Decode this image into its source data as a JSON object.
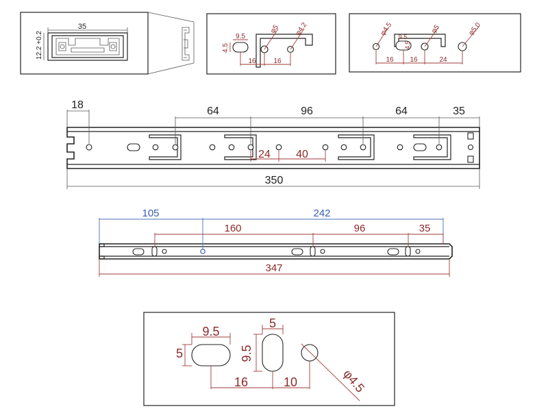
{
  "detail_profile": {
    "width_label": "35",
    "height_label": "12.2 +0.2"
  },
  "detail_holes_a": {
    "slot_len": "9.5",
    "slot_w": "4.5",
    "d1": "φ5",
    "d2": "φ4.2",
    "pitch1": "16",
    "pitch2": "16"
  },
  "detail_holes_b": {
    "d1": "φ4.5",
    "slot_len": "9.5",
    "slot_w": "4.5",
    "d2": "φ5",
    "d3": "φ5.0",
    "pitch1": "16",
    "pitch2": "16",
    "pitch3": "24"
  },
  "outer_rail": {
    "dim_18": "18",
    "dim_64a": "64",
    "dim_96": "96",
    "dim_64b": "64",
    "dim_35": "35",
    "dim_24": "24",
    "dim_40": "40",
    "dim_350": "350"
  },
  "inner_rail": {
    "dim_105": "105",
    "dim_242": "242",
    "dim_160": "160",
    "dim_96": "96",
    "dim_35": "35",
    "dim_347": "347"
  },
  "hole_detail": {
    "slot_h_len": "9.5",
    "slot_h_w": "5",
    "slot_v_w": "5",
    "slot_v_len": "9.5",
    "pitch_16": "16",
    "pitch_10": "10",
    "dia": "φ4.5"
  },
  "colors": {
    "line": "#222222",
    "dimension_red": "#8b2a2a",
    "dimension_blue": "#3a5fb0"
  }
}
